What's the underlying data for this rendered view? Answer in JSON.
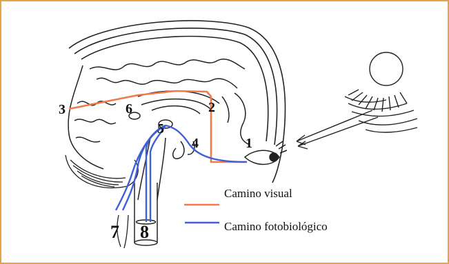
{
  "colors": {
    "frame": "#e8a24a",
    "visual_path": "#f07a4a",
    "photobiological_path": "#3f5fd6",
    "ink": "#111111"
  },
  "labels": {
    "n1": "1",
    "n2": "2",
    "n3": "3",
    "n4": "4",
    "n5": "5",
    "n6": "6",
    "n7": "7",
    "n8": "8"
  },
  "legend": {
    "visual": "Camino visual",
    "photobiological": "Camino fotobiológico"
  },
  "icons": [
    "sun-icon",
    "eye-icon"
  ]
}
